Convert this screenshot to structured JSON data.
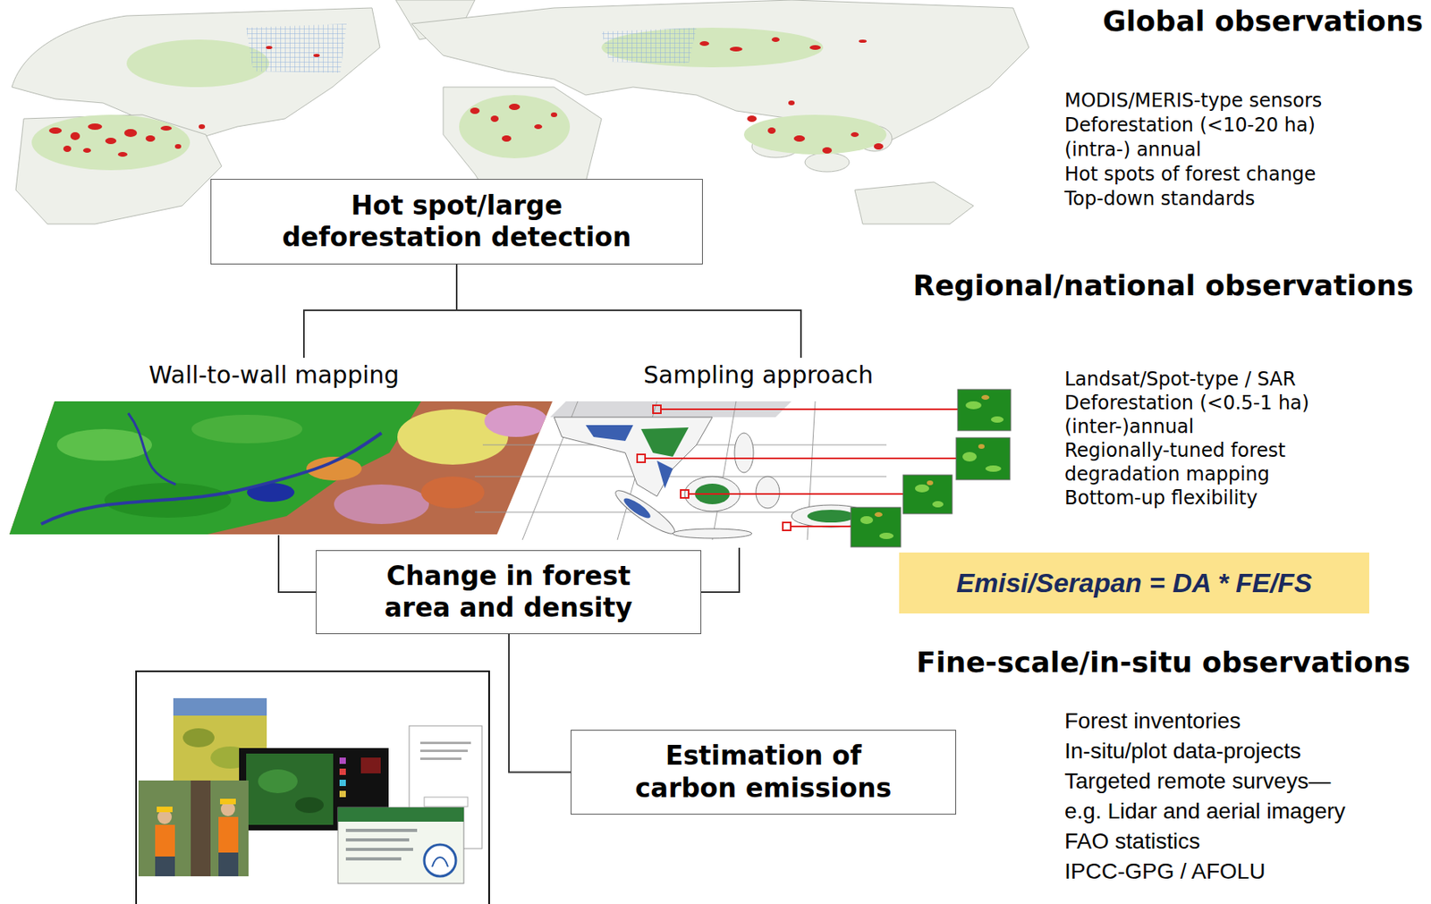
{
  "diagram": {
    "nodes": [
      {
        "text": [
          "Hot spot/large deforestation detection"
        ]
      },
      {
        "text": [
          "Wall-to-wall mapping"
        ]
      },
      {
        "text": [
          "Sampling approach"
        ]
      },
      {
        "text": [
          "Change in forest area and density"
        ]
      },
      {
        "text": [
          "Emisi/Serapan = DA * FE/FS"
        ]
      },
      {
        "text": [
          "Estimation of carbon emissions"
        ]
      }
    ],
    "edges": [
      {
        "from": 0,
        "to": 1,
        "arrow": "none"
      },
      {
        "from": 0,
        "to": 2,
        "arrow": "none"
      },
      {
        "from": 1,
        "to": 3,
        "arrow": "none"
      },
      {
        "from": 2,
        "to": 3,
        "arrow": "none"
      },
      {
        "from": 3,
        "to": 5,
        "arrow": "none"
      }
    ],
    "labels": [
      "Global observations",
      "MODIS/MERIS-type sensors",
      "Deforestation (<10-20 ha)",
      "(intra-) annual",
      "Hot spots of forest change",
      "Top-down standards",
      "Regional/national observations",
      "Landsat/Spot-type / SAR",
      "Deforestation (<0.5-1 ha)",
      "(inter-)annual",
      "Regionally-tuned forest",
      "degradation mapping",
      "Bottom-up flexibility",
      "Fine-scale/in-situ observations",
      "Forest inventories",
      "In-situ/plot data-projects",
      "Targeted remote surveys—",
      "e.g. Lidar and aerial imagery",
      "FAO statistics",
      "IPCC-GPG / AFOLU"
    ]
  }
}
